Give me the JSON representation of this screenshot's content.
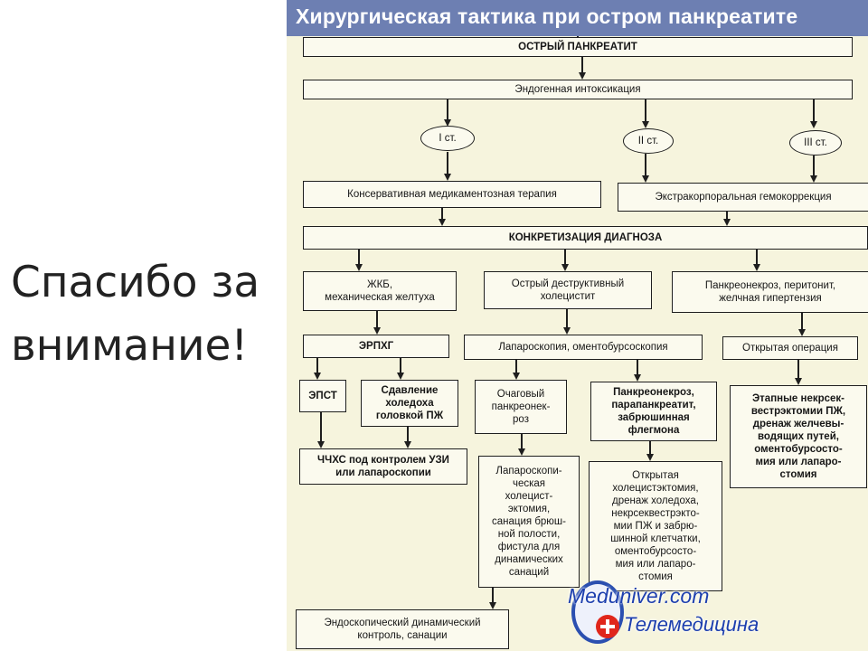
{
  "slide": {
    "line1": "Спасибо за",
    "line2": "внимание!"
  },
  "diagram": {
    "title": "Хирургическая тактика при остром панкреатите",
    "nodes": {
      "acute_pancreatitis": "ОСТРЫЙ ПАНКРЕАТИТ",
      "intoxication": "Эндогенная интоксикация",
      "stage1": "I ст.",
      "stage2": "II ст.",
      "stage3": "III ст.",
      "conservative": "Консервативная медикаментозная терапия",
      "extracorporeal": "Экстракорпоральная гемокоррекция",
      "diagnosis": "КОНКРЕТИЗАЦИЯ ДИАГНОЗА",
      "gallstone": "ЖКБ,\nмеханическая желтуха",
      "cholecystitis": "Острый деструктивный\nхолецистит",
      "peritonitis": "Панкреонекроз, перитонит,\nжелчная гипертензия",
      "ercp": "ЭРПХГ",
      "laparoscopy": "Лапароскопия, оментобурсоскопия",
      "open_surgery": "Открытая операция",
      "epst": "ЭПСТ",
      "compression": "Сдавление\nхоледоха\nголовкой ПЖ",
      "focal": "Очаговый\nпанкреонек-\nроз",
      "pancreonecrosis": "Панкреонекроз,\nпарапанкреатит,\nзабрюшинная\nфлегмона",
      "staged": "Этапные некрсек-\nвестрэктомии ПЖ,\nдренаж желчевы-\nводящих путей,\nоментобурсосто-\nмия или лапаро-\nстомия",
      "pchhs": "ЧЧХС под контролем УЗИ\nили лапароскопии",
      "lap_cholecystectomy": "Лапароскопи-\nческая\nхолецист-\nэктомия,\nсанация брюш-\nной полости,\nфистула для\nдинамических\nсанаций",
      "open_cholecystectomy": "Открытая\nхолецистэктомия,\nдренаж холедоха,\nнекрсеквестрэкто-\nмии ПЖ и забрю-\nшинной клетчатки,\nоментобурсосто-\nмия или лапаро-\nстомия",
      "endoscopic": "Эндоскопический динамический\nконтроль, санации"
    }
  },
  "logo": {
    "site": "Meduniver.com",
    "tagline": "Телемедицина"
  },
  "colors": {
    "header": "#6d7fb2",
    "paper": "#f6f4dd",
    "logo": "#1d3fae",
    "cross": "#e0261b"
  }
}
